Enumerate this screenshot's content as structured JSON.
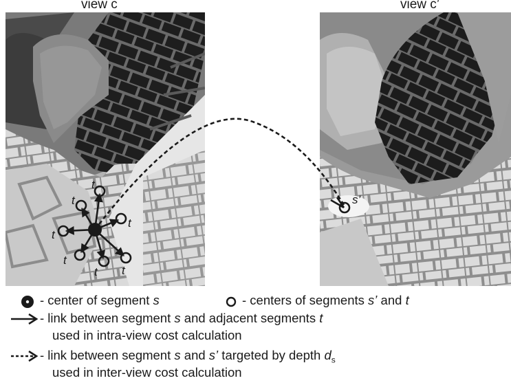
{
  "views": {
    "left_title": "view c",
    "right_title": "view c’"
  },
  "labels": {
    "t": "t",
    "s_prime": "s’"
  },
  "legend": {
    "center_s": {
      "dash": "- center of segment ",
      "var": "s"
    },
    "centers_st": {
      "dash": "- centers of segments ",
      "var1": "s’",
      "and": " and ",
      "var2": "t"
    },
    "link_line1": {
      "dash": "- link between segment ",
      "var1": "s",
      "mid": " and adjacent segments ",
      "var2": "t"
    },
    "link_line2": "used in intra-view cost calculation",
    "dlink_line1": {
      "dash": "- link between segment ",
      "var1": "s",
      "mid": " and ",
      "var2": "s’",
      "tail": " targeted by depth ",
      "var3": "d",
      "sub": "s"
    },
    "dlink_line2": "used in inter-view cost calculation"
  },
  "colors": {
    "dark": "#1c1c1c",
    "edges": "#8c8c8c",
    "light": "#dcdcdc",
    "mid": "#a8a8a8"
  }
}
